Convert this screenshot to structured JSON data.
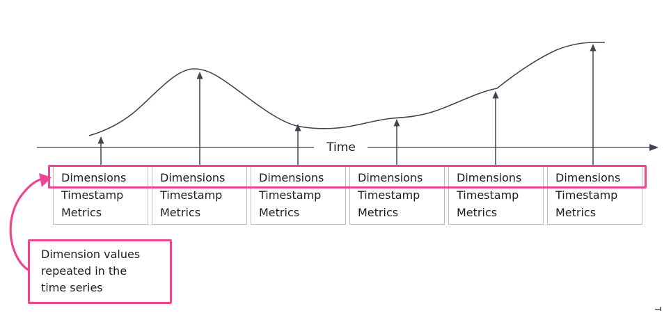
{
  "axis": {
    "label": "Time"
  },
  "record_card": {
    "lines": [
      "Dimensions",
      "Timestamp",
      "Metrics"
    ]
  },
  "callout": {
    "text": "Dimension values\nrepeated in the\ntime series"
  },
  "colors": {
    "accent_pink": "#ee4491",
    "line_dark": "#3e4551",
    "axis_gray": "#85888e",
    "box_border": "#b9babc",
    "text_dark": "#1d1d1f",
    "bg": "#ffffff"
  }
}
